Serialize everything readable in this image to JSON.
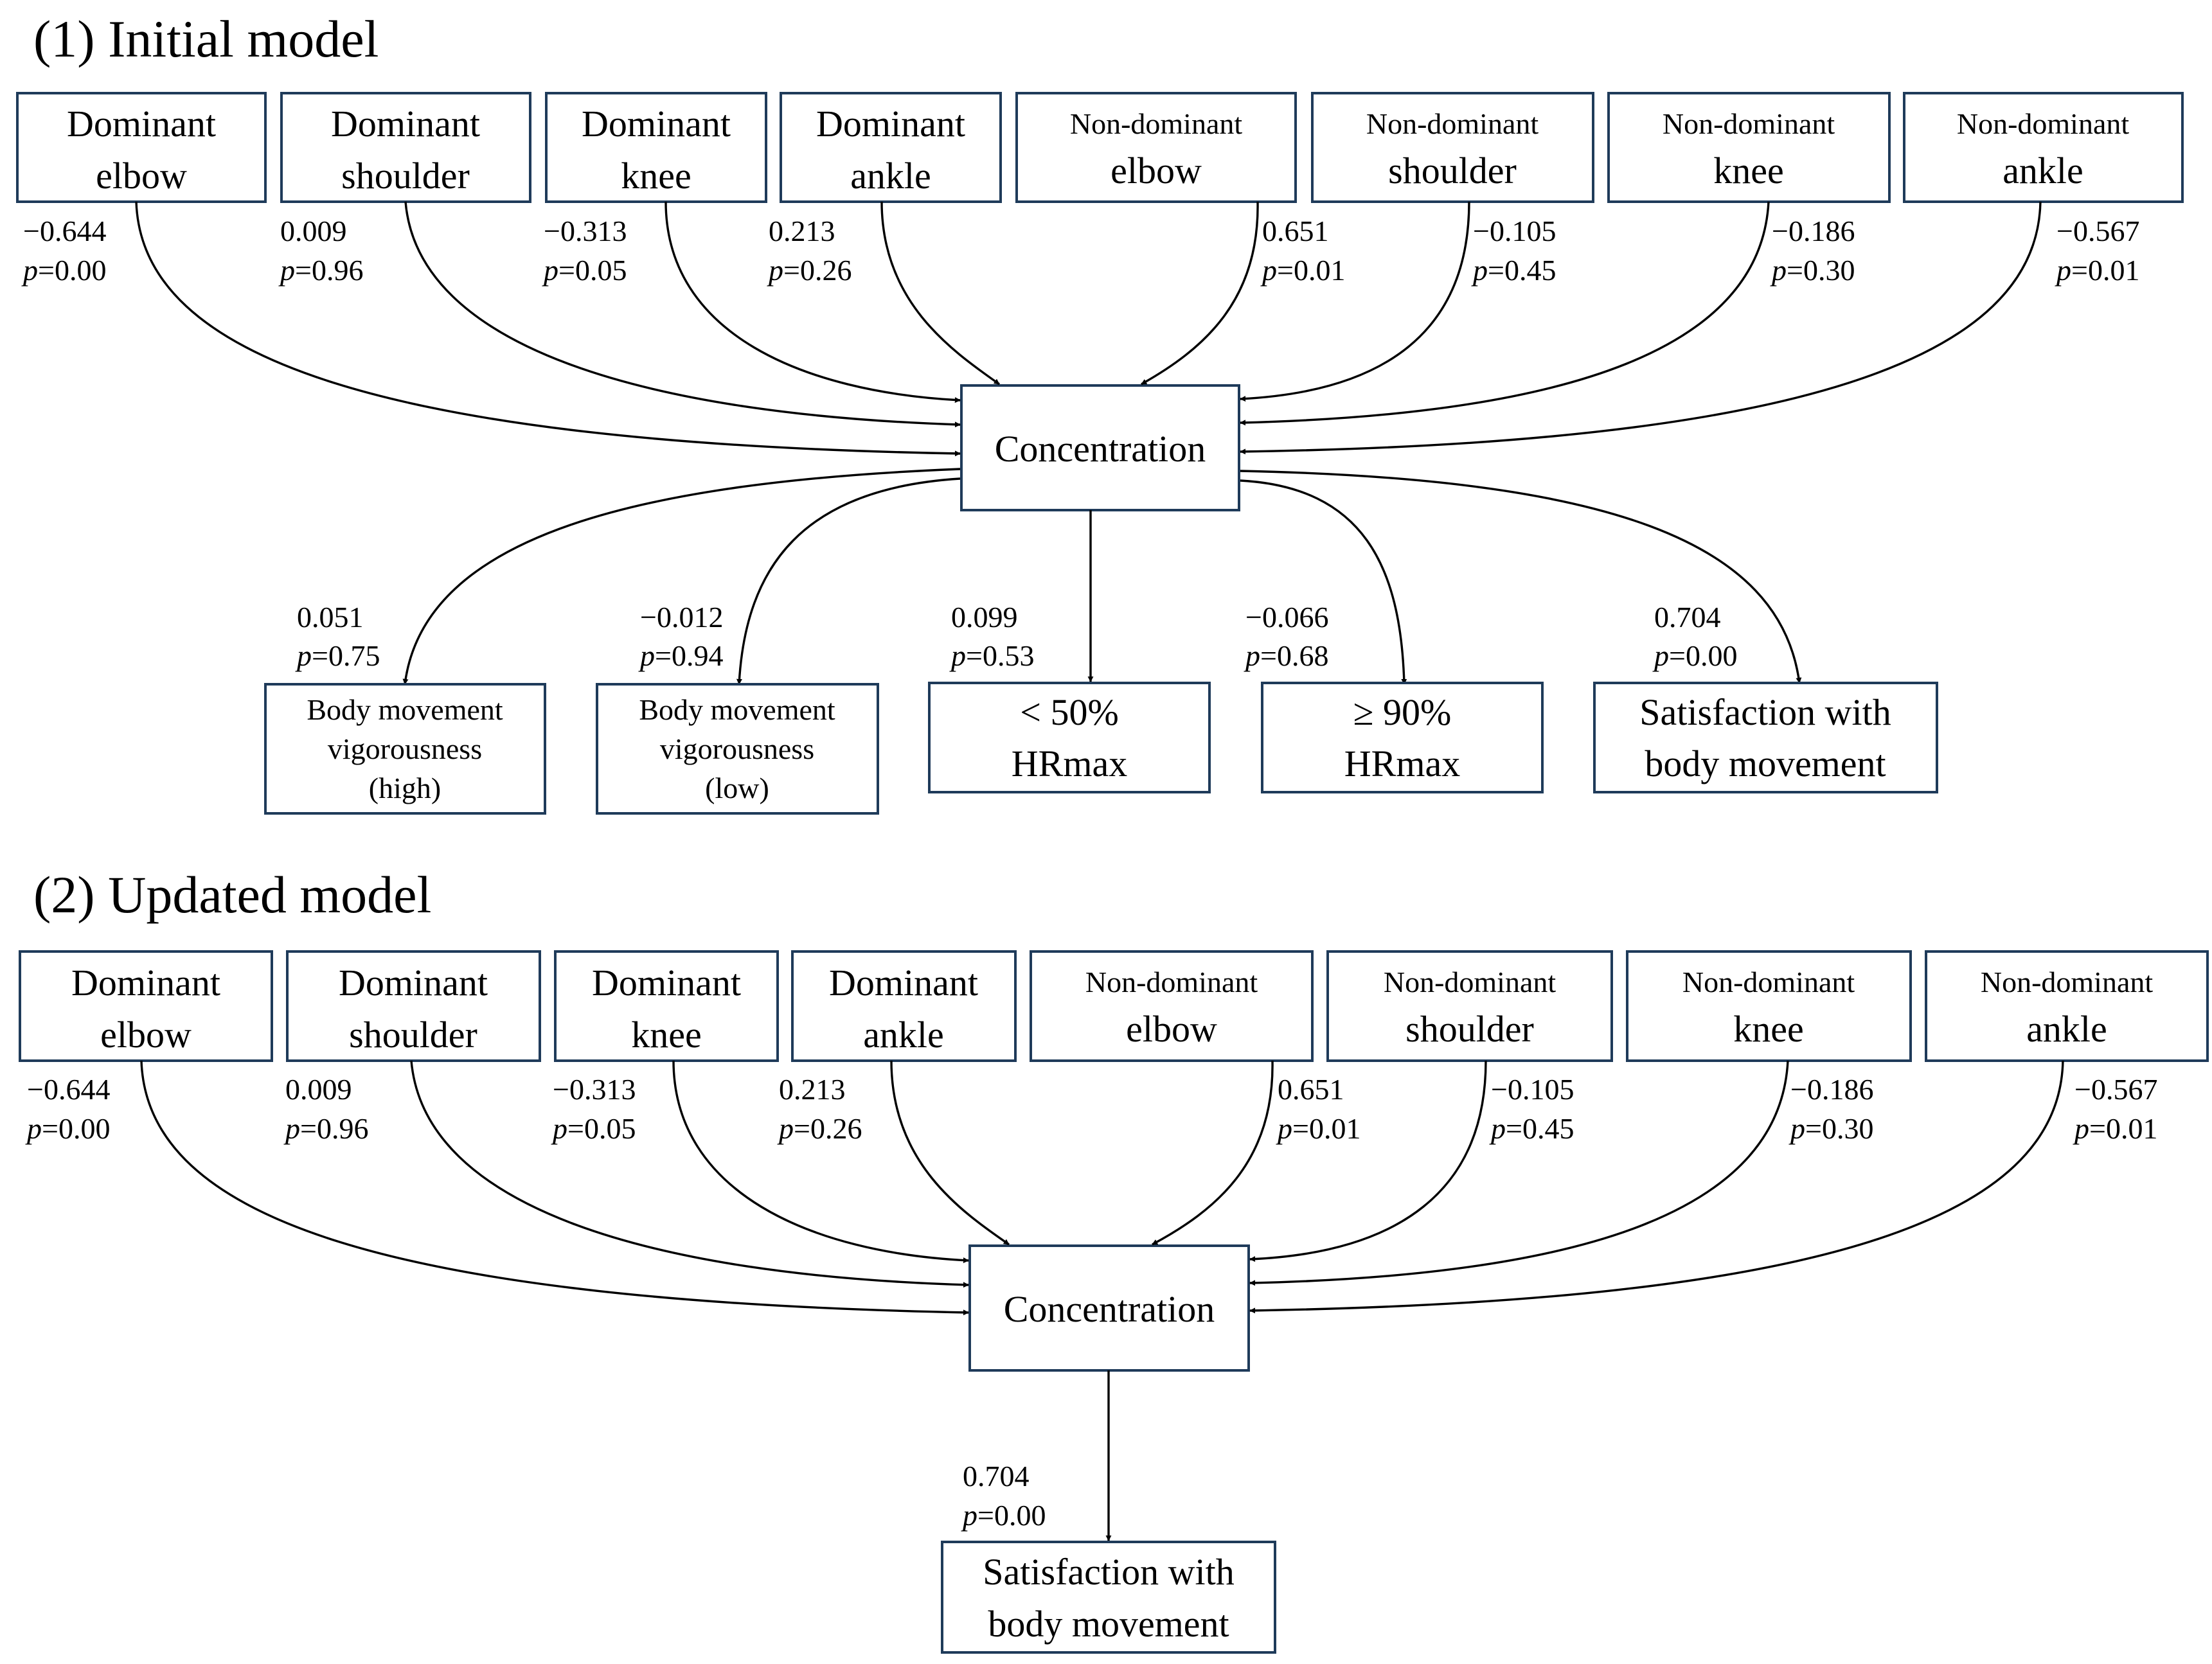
{
  "panels": [
    {
      "title": "(1) Initial model",
      "predictors": [
        {
          "line1": "Dominant",
          "line2": "elbow",
          "coef": "−0.644",
          "p": "0.00"
        },
        {
          "line1": "Dominant",
          "line2": "shoulder",
          "coef": "0.009",
          "p": "0.96"
        },
        {
          "line1": "Dominant",
          "line2": "knee",
          "coef": "−0.313",
          "p": "0.05"
        },
        {
          "line1": "Dominant",
          "line2": "ankle",
          "coef": "0.213",
          "p": "0.26"
        },
        {
          "line1": "Non-dominant",
          "line2": "elbow",
          "coef": "0.651",
          "p": "0.01"
        },
        {
          "line1": "Non-dominant",
          "line2": "shoulder",
          "coef": "−0.105",
          "p": "0.45"
        },
        {
          "line1": "Non-dominant",
          "line2": "knee",
          "coef": "−0.186",
          "p": "0.30"
        },
        {
          "line1": "Non-dominant",
          "line2": "ankle",
          "coef": "−0.567",
          "p": "0.01"
        }
      ],
      "center": "Concentration",
      "outcomes": [
        {
          "lines": [
            "Body movement",
            "vigorousness",
            "(high)"
          ],
          "coef": "0.051",
          "p": "0.75"
        },
        {
          "lines": [
            "Body movement",
            "vigorousness",
            "(low)"
          ],
          "coef": "−0.012",
          "p": "0.94"
        },
        {
          "lines": [
            "< 50%",
            "HRmax"
          ],
          "coef": "0.099",
          "p": "0.53"
        },
        {
          "lines": [
            "≥  90%",
            "HRmax"
          ],
          "coef": "−0.066",
          "p": "0.68"
        },
        {
          "lines": [
            "Satisfaction with",
            "body movement"
          ],
          "coef": "0.704",
          "p": "0.00"
        }
      ]
    },
    {
      "title": "(2) Updated model",
      "predictors": [
        {
          "line1": "Dominant",
          "line2": "elbow",
          "coef": "−0.644",
          "p": "0.00"
        },
        {
          "line1": "Dominant",
          "line2": "shoulder",
          "coef": "0.009",
          "p": "0.96"
        },
        {
          "line1": "Dominant",
          "line2": "knee",
          "coef": "−0.313",
          "p": "0.05"
        },
        {
          "line1": "Dominant",
          "line2": "ankle",
          "coef": "0.213",
          "p": "0.26"
        },
        {
          "line1": "Non-dominant",
          "line2": "elbow",
          "coef": "0.651",
          "p": "0.01"
        },
        {
          "line1": "Non-dominant",
          "line2": "shoulder",
          "coef": "−0.105",
          "p": "0.45"
        },
        {
          "line1": "Non-dominant",
          "line2": "knee",
          "coef": "−0.186",
          "p": "0.30"
        },
        {
          "line1": "Non-dominant",
          "line2": "ankle",
          "coef": "−0.567",
          "p": "0.01"
        }
      ],
      "center": "Concentration",
      "outcomes": [
        {
          "lines": [
            "Satisfaction with",
            "body movement"
          ],
          "coef": "0.704",
          "p": "0.00"
        }
      ]
    }
  ],
  "p_prefix": "p",
  "p_equals": "="
}
